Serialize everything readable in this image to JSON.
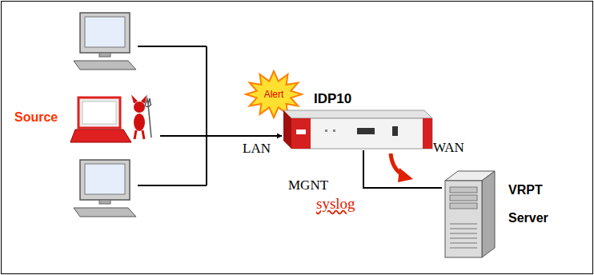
{
  "diagram": {
    "nodes": [
      {
        "text": [
          "Source"
        ]
      },
      {
        "text": [
          "Alert"
        ]
      },
      {
        "text": [
          "IDP10"
        ]
      },
      {
        "text": [
          "VRPT Server"
        ]
      }
    ],
    "edges": [
      {
        "from": 0,
        "to": 2,
        "arrow": "to"
      },
      {
        "from": 2,
        "to": 3,
        "arrow": "none",
        "label": "syslog"
      }
    ],
    "labels": [
      "LAN",
      "WAN",
      "MGNT"
    ]
  }
}
